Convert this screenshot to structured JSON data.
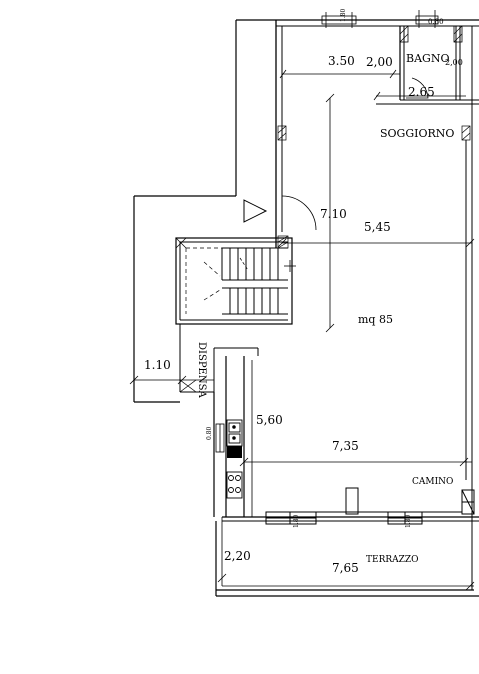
{
  "rooms": {
    "bagno": "BAGNO",
    "soggiorno": "SOGGIORNO",
    "dispensa": "DISPENSA",
    "camino": "CAMINO",
    "terrazzo": "TERRAZZO"
  },
  "area": "mq 85",
  "dimensions": {
    "d_350": "3.50",
    "d_200": "2,00",
    "d_200_sub": "2,00",
    "d_265": "2.65",
    "d_710": "7.10",
    "d_545": "5,45",
    "d_110": "1.10",
    "d_560": "5,60",
    "d_735": "7,35",
    "d_220": "2,20",
    "d_765": "7,65"
  },
  "window_marks": {
    "top_left": "1.80",
    "top_right": "0.80",
    "bottom_left": "1.80",
    "bottom_right": "1.80",
    "kitchen": "0.80"
  }
}
